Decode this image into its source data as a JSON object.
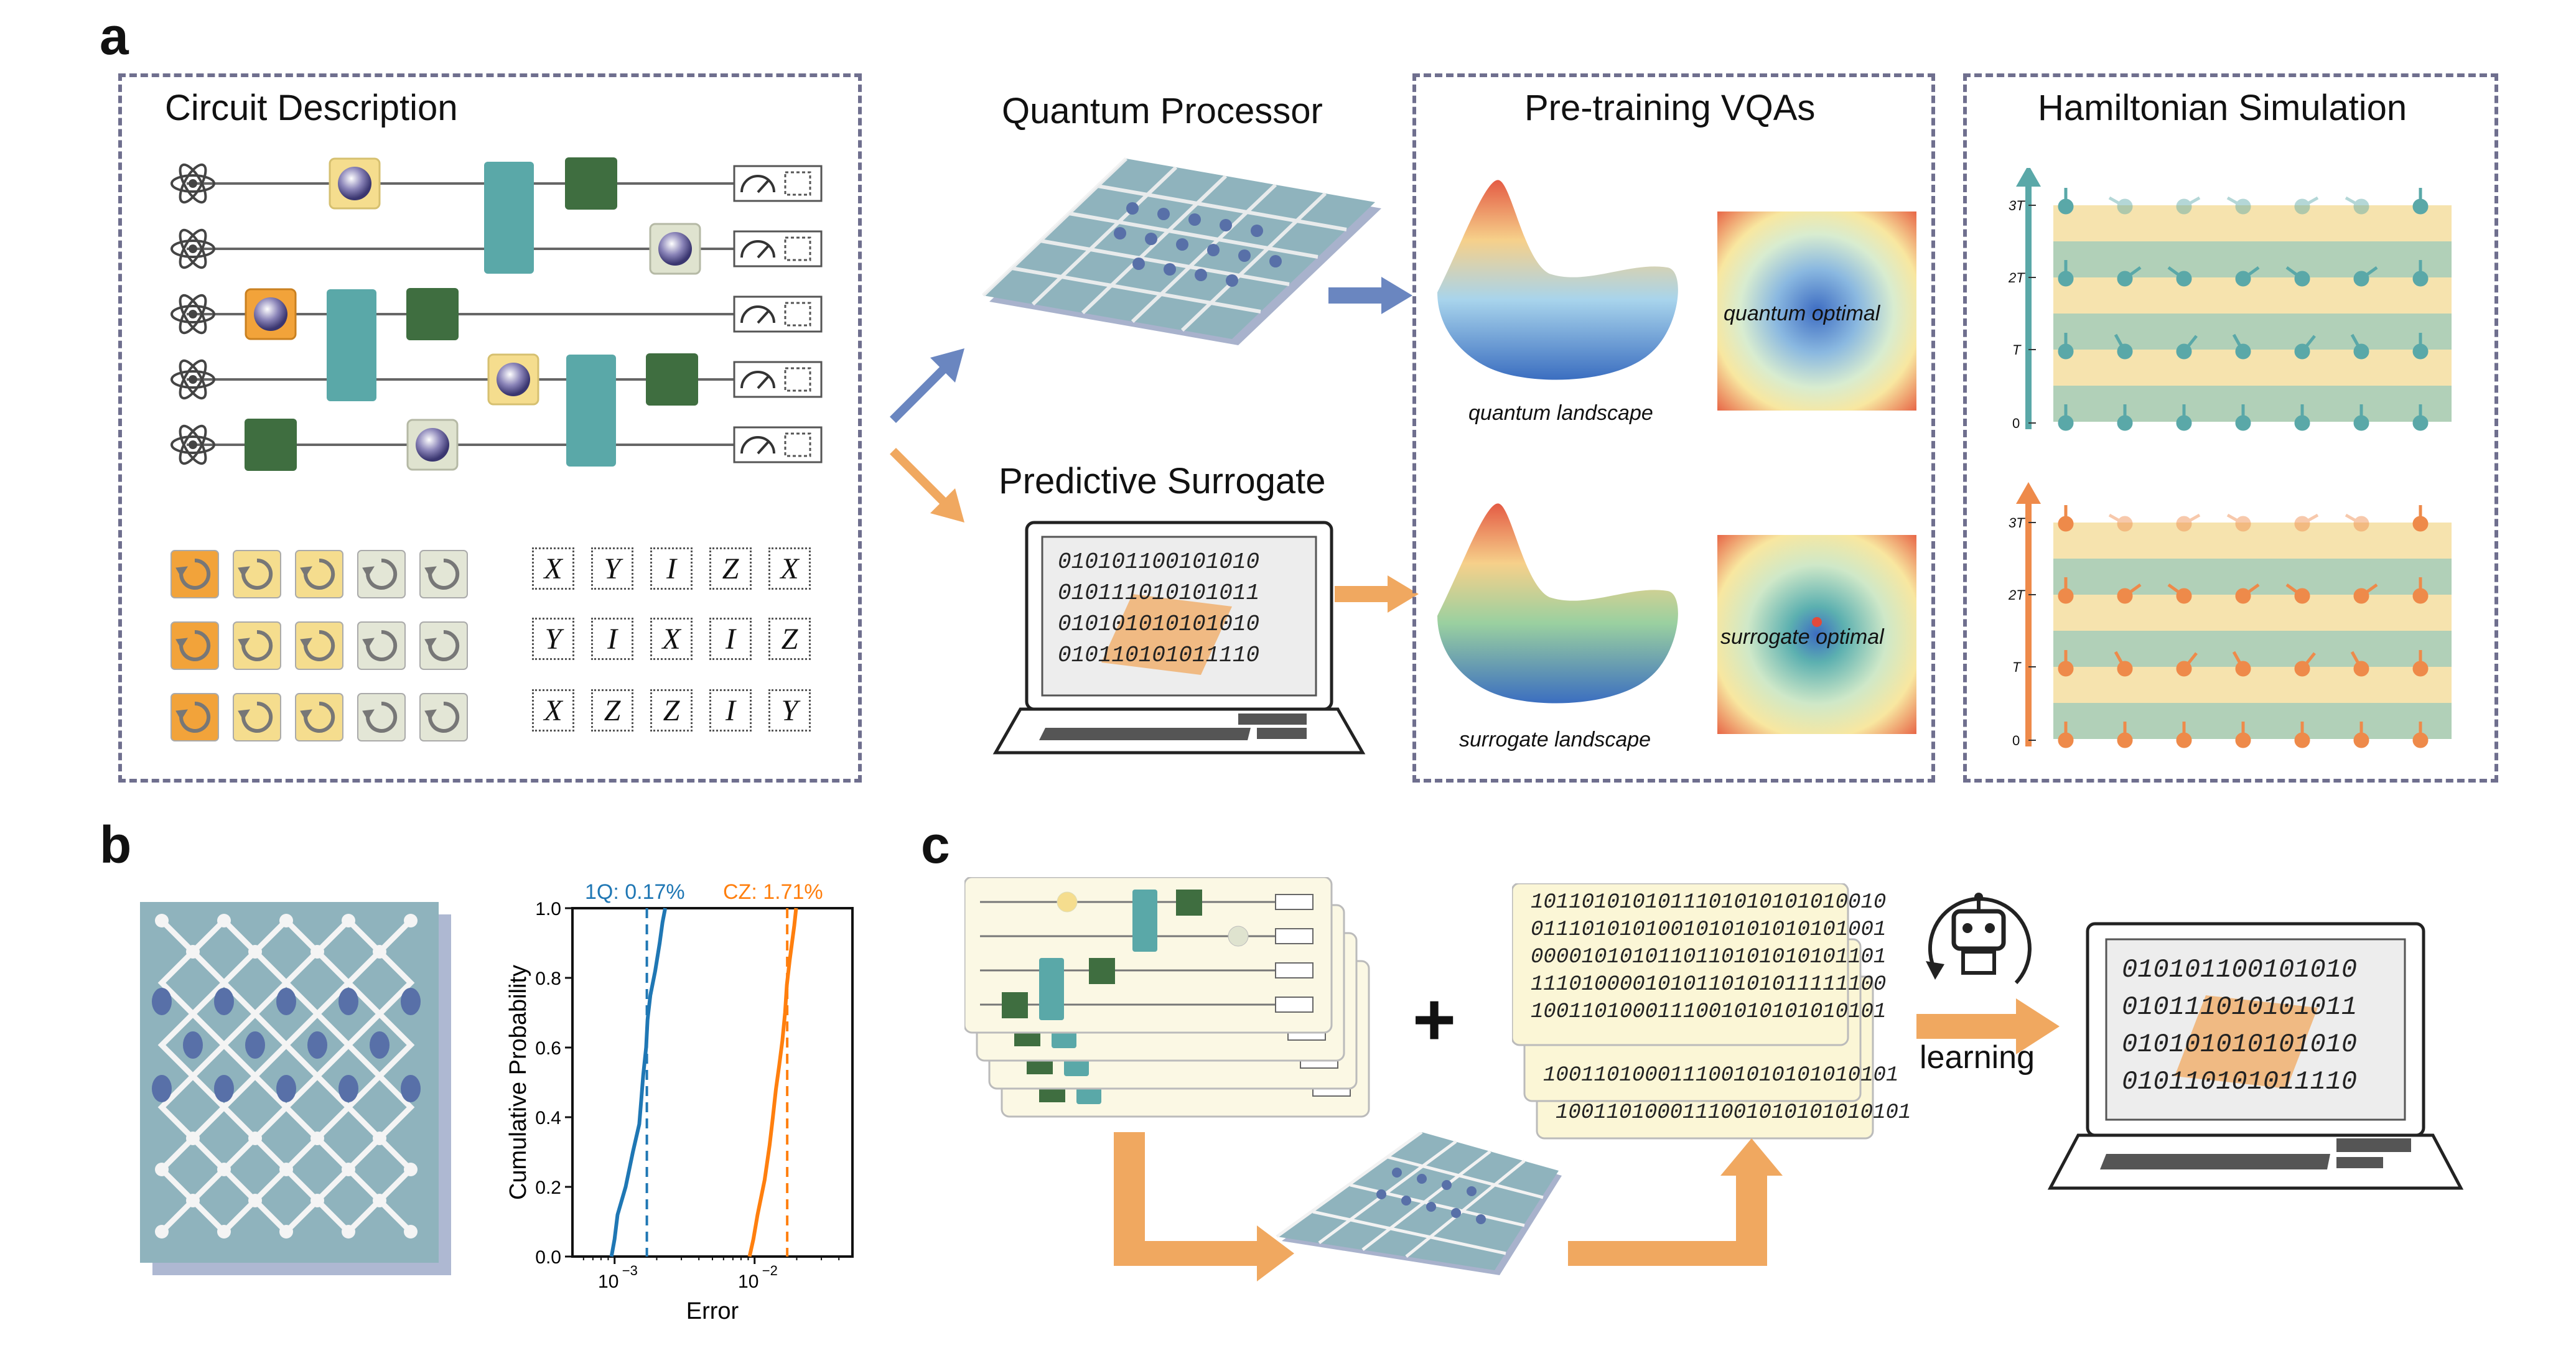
{
  "panels": {
    "a": "a",
    "b": "b",
    "c": "c"
  },
  "panel_a": {
    "circuit_title": "Circuit Description",
    "processor_title": "Quantum Processor",
    "surrogate_title": "Predictive Surrogate",
    "vqa_title": "Pre-training VQAs",
    "hamiltonian_title": "Hamiltonian Simulation",
    "quantum_landscape": "quantum landscape",
    "quantum_optimal": "quantum optimal",
    "surrogate_landscape": "surrogate landscape",
    "surrogate_optimal": "surrogate optimal",
    "pauli_rows": [
      [
        "X",
        "Y",
        "I",
        "Z",
        "X"
      ],
      [
        "Y",
        "I",
        "X",
        "I",
        "Z"
      ],
      [
        "X",
        "Z",
        "Z",
        "I",
        "Y"
      ]
    ],
    "laptop_binary": [
      "010101100101010",
      "010111010101011",
      "010101010101010",
      "010110101011110"
    ],
    "time_ticks": [
      "3T",
      "2T",
      "T",
      "0"
    ],
    "colors": {
      "teal": "#5aa8a8",
      "orange": "#ee8a4a",
      "blue_arrow": "#6a86c0",
      "orange_arrow": "#f0a860",
      "dash": "#6f6f8e",
      "green": "#3f6e40",
      "yellow": "#f5dd8e"
    }
  },
  "panel_b": {
    "chart_data": {
      "type": "line",
      "xlabel": "Error",
      "ylabel": "Cumulative Probability",
      "x_scale": "log",
      "xlim": [
        0.0005,
        0.05
      ],
      "ylim": [
        0,
        1
      ],
      "yticks": [
        "0.0",
        "0.2",
        "0.4",
        "0.6",
        "0.8",
        "1.0"
      ],
      "xticks": [
        "10",
        "10"
      ],
      "xtick_exps": [
        "−3",
        "−2"
      ],
      "annotations": [
        "1Q: 0.17%",
        "CZ: 1.71%"
      ],
      "series": [
        {
          "x": [
            0.00095,
            0.001,
            0.00105,
            0.0012,
            0.00135,
            0.0015,
            0.00155,
            0.0016,
            0.00168,
            0.00172,
            0.0018,
            0.00195,
            0.0021,
            0.0022,
            0.0023
          ],
          "y": [
            0.0,
            0.05,
            0.12,
            0.2,
            0.3,
            0.38,
            0.45,
            0.52,
            0.6,
            0.68,
            0.75,
            0.82,
            0.9,
            0.96,
            1.0
          ],
          "color": "#1f77b4",
          "mean": 0.0017
        },
        {
          "x": [
            0.0092,
            0.0098,
            0.0105,
            0.0118,
            0.0128,
            0.0135,
            0.0142,
            0.015,
            0.0158,
            0.0165,
            0.017,
            0.0178,
            0.0185,
            0.0192,
            0.0198
          ],
          "y": [
            0.0,
            0.05,
            0.12,
            0.22,
            0.32,
            0.4,
            0.48,
            0.55,
            0.62,
            0.7,
            0.78,
            0.85,
            0.9,
            0.95,
            1.0
          ],
          "color": "#ff7f0e",
          "mean": 0.0171
        }
      ]
    }
  },
  "panel_c": {
    "plus": "+",
    "learning": "learning",
    "binary_lines": [
      "1011010101011101010101010010",
      "0111010101001010101010101001",
      "0000101010110110101010101101",
      "1110100001010110101011111100",
      "1001101000111001010101010101"
    ],
    "binary_lower1": "1001101000111001010101010101",
    "binary_lower2": "1001101000111001010101010101",
    "laptop_binary": [
      "010101100101010",
      "010111010101011",
      "010101010101010",
      "010110101011110"
    ]
  }
}
